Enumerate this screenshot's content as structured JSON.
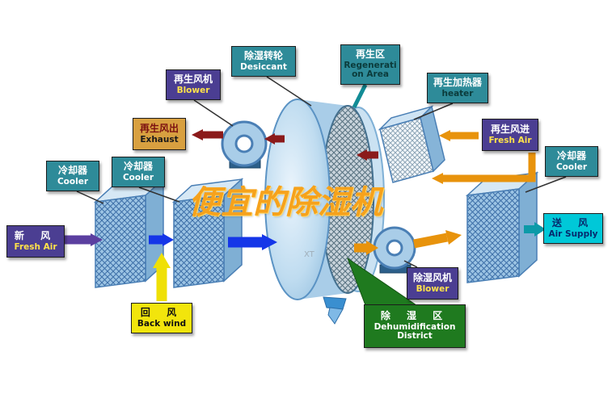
{
  "title": "便宜的除湿机",
  "watermark": "XT",
  "colors": {
    "teal_box": "#2E8B99",
    "purple_box": "#4B3E92",
    "yellow_box": "#F2E50C",
    "cyan_box": "#00C8D8",
    "green_box": "#1F7A1F",
    "orange_box": "#D8A040",
    "arrow_blue": "#1536E8",
    "arrow_purple": "#5B3FA0",
    "arrow_yellow": "#EFE006",
    "arrow_orange": "#E8930C",
    "arrow_darkred": "#8B1A1A",
    "arrow_teal": "#0C9AA8",
    "title_color": "#F6A21C"
  },
  "labels": {
    "cooler1": {
      "zh": "冷却器",
      "en": "Cooler"
    },
    "cooler2": {
      "zh": "冷却器",
      "en": "Cooler"
    },
    "cooler3": {
      "zh": "冷却器",
      "en": "Cooler"
    },
    "regen_blower": {
      "zh": "再生风机",
      "en": "Blower"
    },
    "desiccant": {
      "zh": "除湿转轮",
      "en": "Desiccant"
    },
    "regen_area": {
      "zh": "再生区",
      "en": "Regeneration Area"
    },
    "regen_heater": {
      "zh": "再生加热器",
      "en": "heater"
    },
    "exhaust": {
      "zh": "再生风出",
      "en": "Exhaust"
    },
    "regen_freshair": {
      "zh": "再生风进",
      "en": "Fresh Air"
    },
    "freshair": {
      "zh": "新 风",
      "en": "Fresh Air"
    },
    "backwind": {
      "zh": "回 风",
      "en": "Back wind"
    },
    "airsupply": {
      "zh": "送 风",
      "en": "Air Supply"
    },
    "dehum_blower": {
      "zh": "除湿风机",
      "en": "Blower"
    },
    "dehum_district": {
      "zh": "除 湿 区",
      "en": "Dehumidification District"
    }
  }
}
